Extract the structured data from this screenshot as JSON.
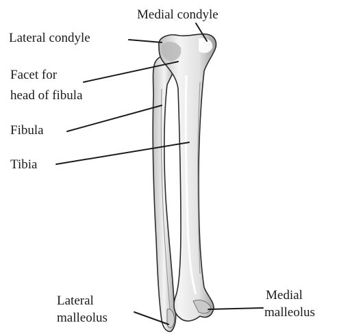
{
  "labels": {
    "medial_condyle": "Medial condyle",
    "lateral_condyle": "Lateral condyle",
    "facet_line1": "Facet for",
    "facet_line2": "head of fibula",
    "fibula": "Fibula",
    "tibia": "Tibia",
    "lateral_malleolus_line1": "Lateral",
    "lateral_malleolus_line2": "malleolus",
    "medial_malleolus_line1": "Medial",
    "medial_malleolus_line2": "malleolus"
  },
  "colors": {
    "bone_fill": "#dcdcdc",
    "bone_highlight": "#f7f7f7",
    "bone_shadow": "#a9a9a9",
    "outline": "#2a2a2a",
    "leader_line": "#1a1a1a",
    "text": "#1a1a1a"
  }
}
